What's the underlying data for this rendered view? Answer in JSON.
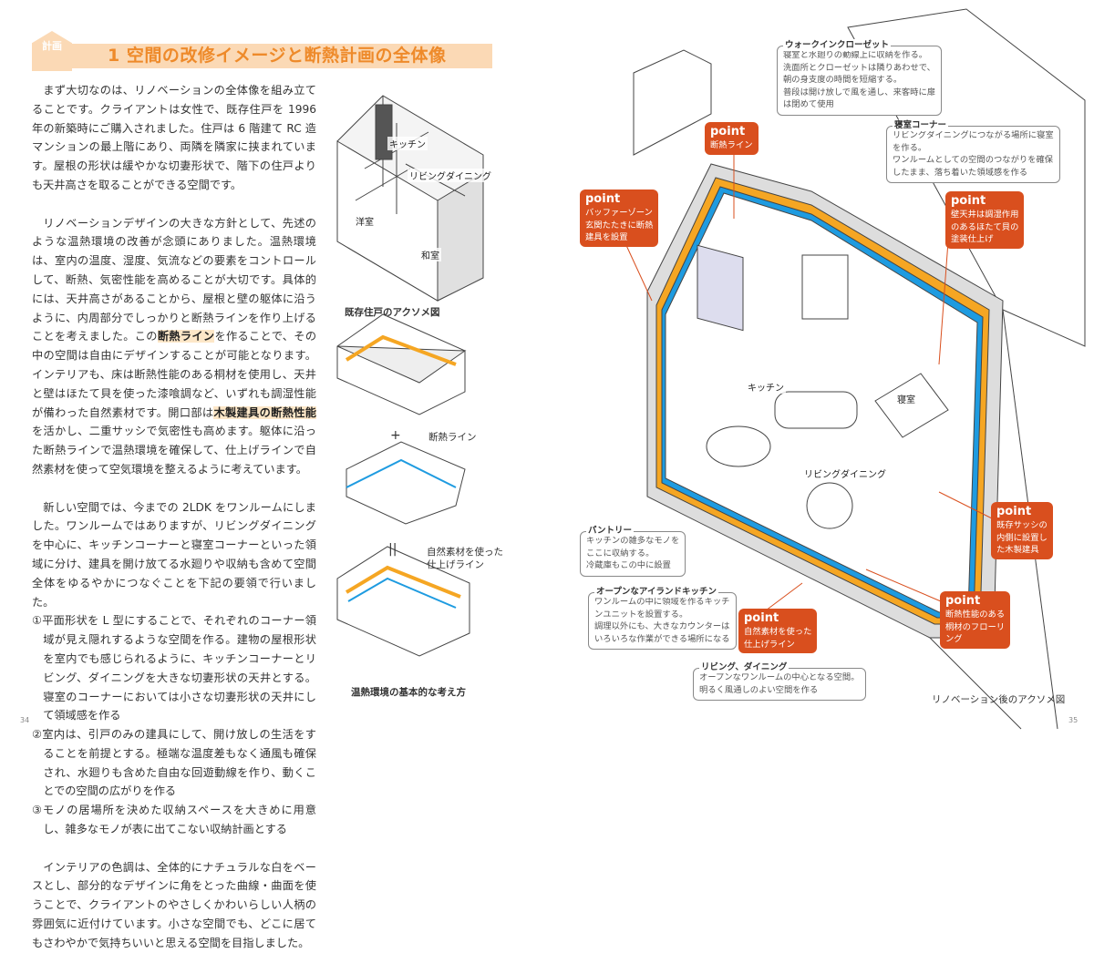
{
  "header": {
    "tab": "計画",
    "title": "1 空間の改修イメージと断熱計画の全体像"
  },
  "body": {
    "p1": "まず大切なのは、リノベーションの全体像を組み立てることです。クライアントは女性で、既存住戸を 1996 年の新築時にご購入されました。住戸は 6 階建て RC 造マンションの最上階にあり、両隣を隣家に挟まれています。屋根の形状は緩やかな切妻形状で、階下の住戸よりも天井高さを取ることができる空間です。",
    "p2a": "リノベーションデザインの大きな方針として、先述のような温熱環境の改善が念頭にありました。温熱環境は、室内の温度、湿度、気流などの要素をコントロールして、断熱、気密性能を高めることが大切です。具体的には、天井高さがあることから、屋根と壁の躯体に沿うように、内周部分でしっかりと断熱ラインを作り上げることを考えました。この",
    "p2hl1": "断熱ライン",
    "p2b": "を作ることで、その中の空間は自由にデザインすることが可能となります。インテリアも、床は断熱性能のある桐材を使用し、天井と壁はほたて貝を使った漆喰調など、いずれも調湿性能が備わった自然素材です。開口部は",
    "p2hl2": "木製建具の断熱性能",
    "p2c": "を活かし、二重サッシで気密性も高めます。躯体に沿った断熱ラインで温熱環境を確保して、仕上げラインで自然素材を使って空気環境を整えるように考えています。",
    "p3": "新しい空間では、今までの 2LDK をワンルームにしました。ワンルームではありますが、リビングダイニングを中心に、キッチンコーナーと寝室コーナーといった領域に分け、建具を開け放てる水廻りや収納も含めて空間全体をゆるやかにつなぐことを下記の要領で行いました。",
    "list": [
      "①平面形状を L 型にすることで、それぞれのコーナー領域が見え隠れするような空間を作る。建物の屋根形状を室内でも感じられるように、キッチンコーナーとリビング、ダイニングを大きな切妻形状の天井とする。寝室のコーナーにおいては小さな切妻形状の天井にして領域感を作る",
      "②室内は、引戸のみの建具にして、開け放しの生活をすることを前提とする。極端な温度差もなく通風も確保され、水廻りも含めた自由な回遊動線を作り、動くことでの空間の広がりを作る",
      "③モノの居場所を決めた収納スペースを大きめに用意し、雑多なモノが表に出てこない収納計画とする"
    ],
    "p4": "インテリアの色調は、全体的にナチュラルな白をベースとし、部分的なデザインに角をとった曲線・曲面を使うことで、クライアントのやさしくかわいらしい人柄の雰囲気に近付けています。小さな空間でも、どこに居てもさわやかで気持ちいいと思える空間を目指しました。"
  },
  "middle": {
    "room_kitchen": "キッチン",
    "room_ld": "リビングダイニング",
    "room_western": "洋室",
    "room_japanese": "和室",
    "caption_existing": "既存住戸のアクソメ図",
    "plus": "+",
    "insulation_label": "断熱ライン",
    "equals": "||",
    "finish_label_1": "自然素材を使った",
    "finish_label_2": "仕上げライン",
    "caption_thermal": "温熱環境の基本的な考え方"
  },
  "right": {
    "rooms": {
      "kitchen": "キッチン",
      "bedroom": "寝室",
      "ld": "リビングダイニング"
    },
    "notes": [
      {
        "title": "ウォークインクローゼット",
        "lines": [
          "寝室と水廻りの動線上に収納を作る。",
          "洗面所とクローゼットは隣りあわせで、",
          "朝の身支度の時間を短縮する。",
          "普段は開け放しで風を通し、来客時に扉",
          "は閉めて使用"
        ]
      },
      {
        "title": "寝室コーナー",
        "lines": [
          "リビングダイニングにつながる場所に寝室",
          "を作る。",
          "ワンルームとしての空間のつながりを確保",
          "したまま、落ち着いた領域感を作る"
        ]
      },
      {
        "title": "パントリー",
        "lines": [
          "キッチンの雑多なモノを",
          "ここに収納する。",
          "冷蔵庫もこの中に設置"
        ]
      },
      {
        "title": "オープンなアイランドキッチン",
        "lines": [
          "ワンルームの中に領域を作るキッチ",
          "ンユニットを設置する。",
          "調理以外にも、大きなカウンターは",
          "いろいろな作業ができる場所になる"
        ]
      },
      {
        "title": "リビング、ダイニング",
        "lines": [
          "オープンなワンルームの中心となる空間。",
          "明るく風通しのよい空間を作る"
        ]
      }
    ],
    "points": [
      {
        "head": "point",
        "lines": [
          "断熱ライン"
        ]
      },
      {
        "head": "point",
        "lines": [
          "バッファーゾーン",
          "玄関たたきに断熱",
          "建具を設置"
        ]
      },
      {
        "head": "point",
        "lines": [
          "壁天井は調湿作用",
          "のあるほたて貝の",
          "塗装仕上げ"
        ]
      },
      {
        "head": "point",
        "lines": [
          "既存サッシの",
          "内側に設置し",
          "た木製建具"
        ]
      },
      {
        "head": "point",
        "lines": [
          "断熱性能のある",
          "桐材のフローリ",
          "ング"
        ]
      },
      {
        "head": "point",
        "lines": [
          "自然素材を使った",
          "仕上げライン"
        ]
      }
    ],
    "caption": "リノベーション後のアクソメ図"
  },
  "footer": {
    "left_page": "34",
    "right_page": "35"
  },
  "colors": {
    "accent": "#ee8a2a",
    "point": "#d94f1e",
    "insulation": "#f5a623",
    "finish": "#1e9be0",
    "wall": "#c8c8c8"
  }
}
